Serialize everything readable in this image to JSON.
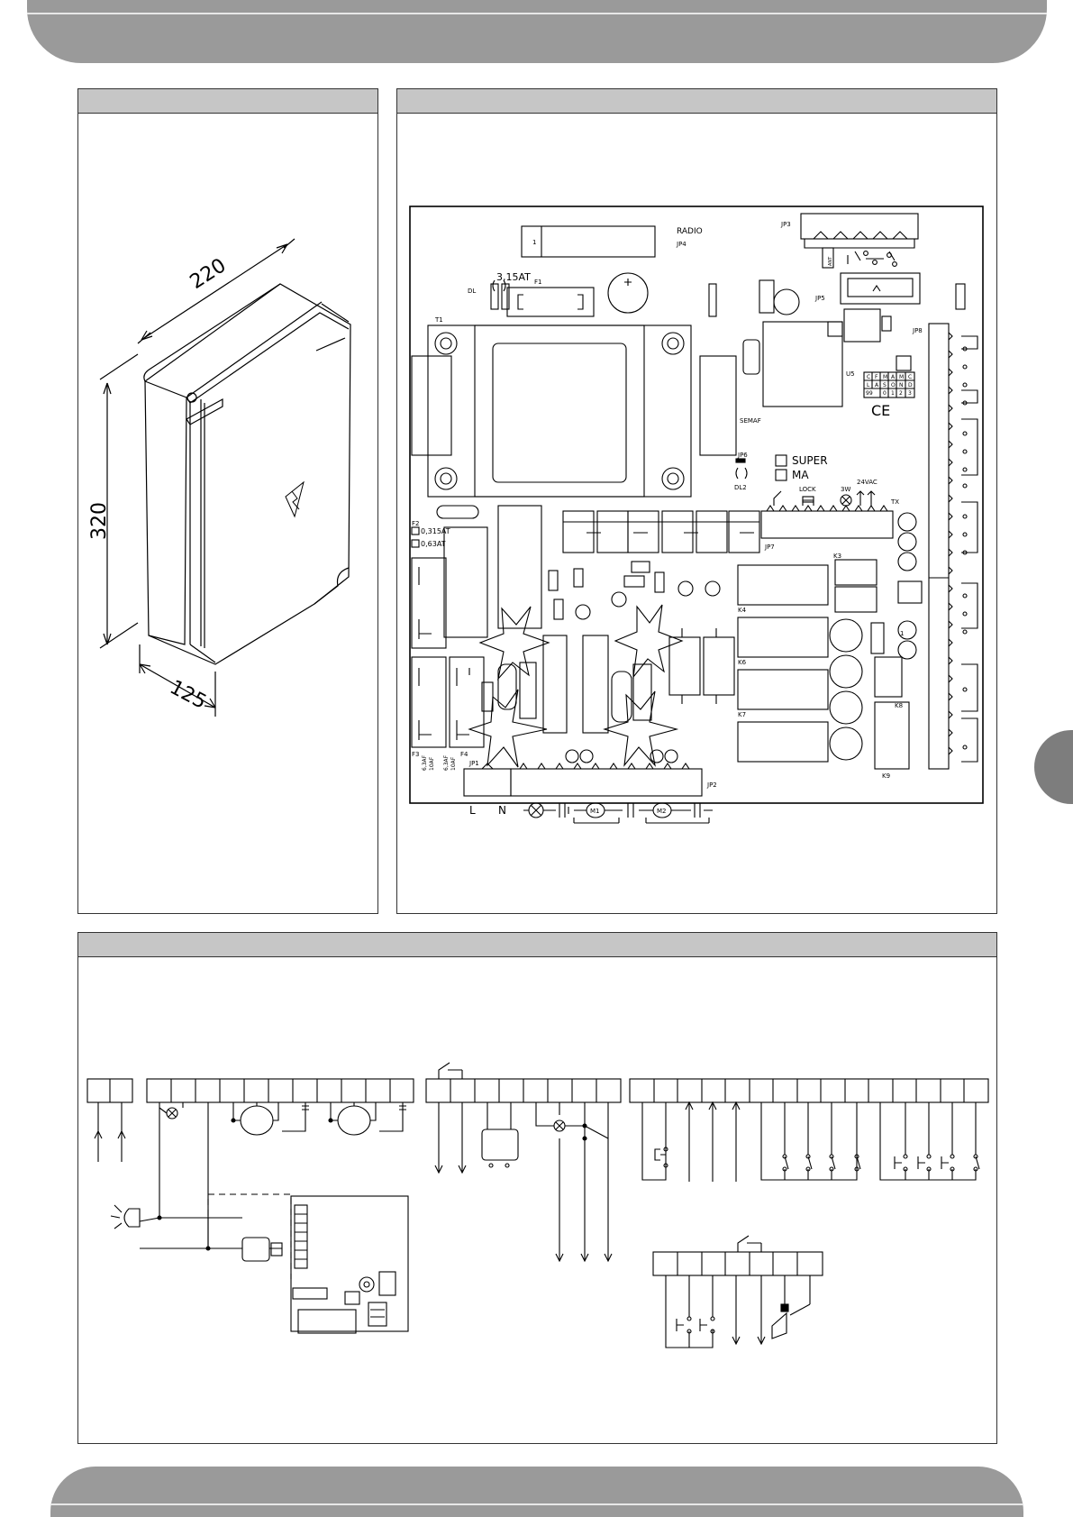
{
  "enclosure": {
    "dim_width": "220",
    "dim_height": "320",
    "dim_depth": "125"
  },
  "board": {
    "labels": {
      "radio": "RADIO",
      "jp4": "JP4",
      "jp3": "JP3",
      "jp5": "JP5",
      "jp8": "JP8",
      "jp6": "JP6",
      "jp7": "JP7",
      "jp1": "JP1",
      "jp2": "JP2",
      "t1": "T1",
      "f1": "F1",
      "f1_rating": "3,15AT",
      "f2": "F2",
      "f2_opt1": "0,315AT",
      "f2_opt2": "0,63AT",
      "f3": "F3",
      "f3_opt1": "6,3AF",
      "f3_opt2": "10AF",
      "f4": "F4",
      "f4_opt1": "6,3AF",
      "f4_opt2": "10AF",
      "dl": "DL",
      "dl2": "DL2",
      "u5": "U5",
      "semaf": "SEMAF",
      "super": "SUPER",
      "ma": "MA",
      "lock": "LOCK",
      "lamp_3w": "3W",
      "vac24": "24VAC",
      "tx": "TX",
      "k3": "K3",
      "k4": "K4",
      "k6": "K6",
      "k7": "K7",
      "k8": "K8",
      "k9": "K9",
      "one": "1",
      "ant": "ANT",
      "ce": "CE",
      "l": "L",
      "n": "N",
      "m1": "M1",
      "m2": "M2",
      "table_r1": [
        "C",
        "F",
        "M",
        "A",
        "M",
        "C"
      ],
      "table_r2": [
        "L",
        "A",
        "S",
        "O",
        "N",
        "D"
      ],
      "table_r3": [
        "99",
        "",
        "0",
        "1",
        "2",
        "3"
      ]
    }
  }
}
